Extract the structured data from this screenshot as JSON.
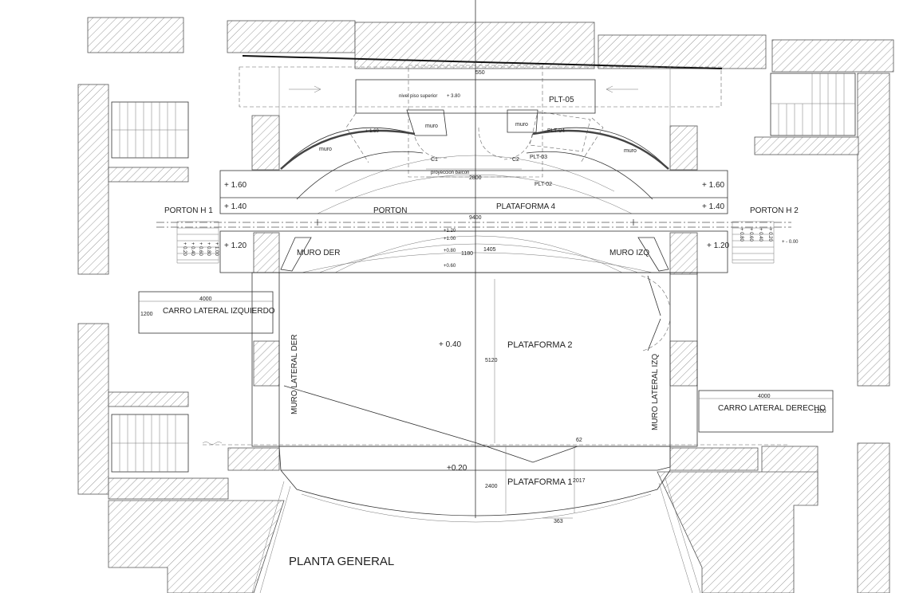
{
  "title": "PLANTA GENERAL",
  "labels": {
    "plt05": "PLT-05",
    "plt04": "PLT-04",
    "plt03": "PLT-03",
    "plt02": "PLT-02",
    "muro": "muro",
    "muro_upper_left": "muro",
    "muro_upper_right": "muro",
    "nivel_piso_superior": "nivel piso superior",
    "proyeccion_balcon": "proyeccion balcon",
    "c1": "C1",
    "c2": "C2",
    "porton": "PORTON",
    "plataforma4": "PLATAFORMA 4",
    "porton_h1": "PORTON H 1",
    "porton_h2": "PORTON H 2",
    "muro_der": "MURO DER",
    "muro_izq": "MURO IZQ",
    "carro_izq": "CARRO LATERAL IZQUIERDO",
    "carro_der": "CARRO LATERAL DERECHO",
    "plataforma2": "PLATAFORMA 2",
    "plataforma1": "PLATAFORMA 1",
    "muro_lateral_der": "MURO LATERAL DER",
    "muro_lateral_izq": "MURO LATERAL IZQ"
  },
  "levels": {
    "l380": "+ 3.80",
    "l160_small": "+ 1.60",
    "l160_left": "+ 1.60",
    "l160_right": "+ 1.60",
    "l140_left": "+ 1.40",
    "l140_right": "+ 1.40",
    "l120_left": "+ 1.20",
    "l120_right": "+ 1.20",
    "l120_mid": "+1.20",
    "l100_mid": "+1.00",
    "l080_mid": "+0.80",
    "l060_mid": "+0.60",
    "l000": "+ - 0.00",
    "l040": "+ 0.40",
    "l020": "+0.20",
    "stair_left": [
      "+ 0.20",
      "+ 0.40",
      "+ 0.60",
      "+ 0.80",
      "+ 1.00"
    ],
    "stair_right": [
      "+ 0.80",
      "+ 0.60",
      "+ 0.40",
      "+ 0.20"
    ]
  },
  "dimensions": {
    "d550": "550",
    "d2800": "2800",
    "d9400": "9400",
    "d1180": "1180",
    "d1405": "1405",
    "d4000_left": "4000",
    "d1200_left": "1200",
    "d4000_right": "4000",
    "d1200_right": "1200",
    "d5120": "5120",
    "d62": "62",
    "d2017": "2017",
    "d2400": "2400",
    "d363": "363"
  }
}
